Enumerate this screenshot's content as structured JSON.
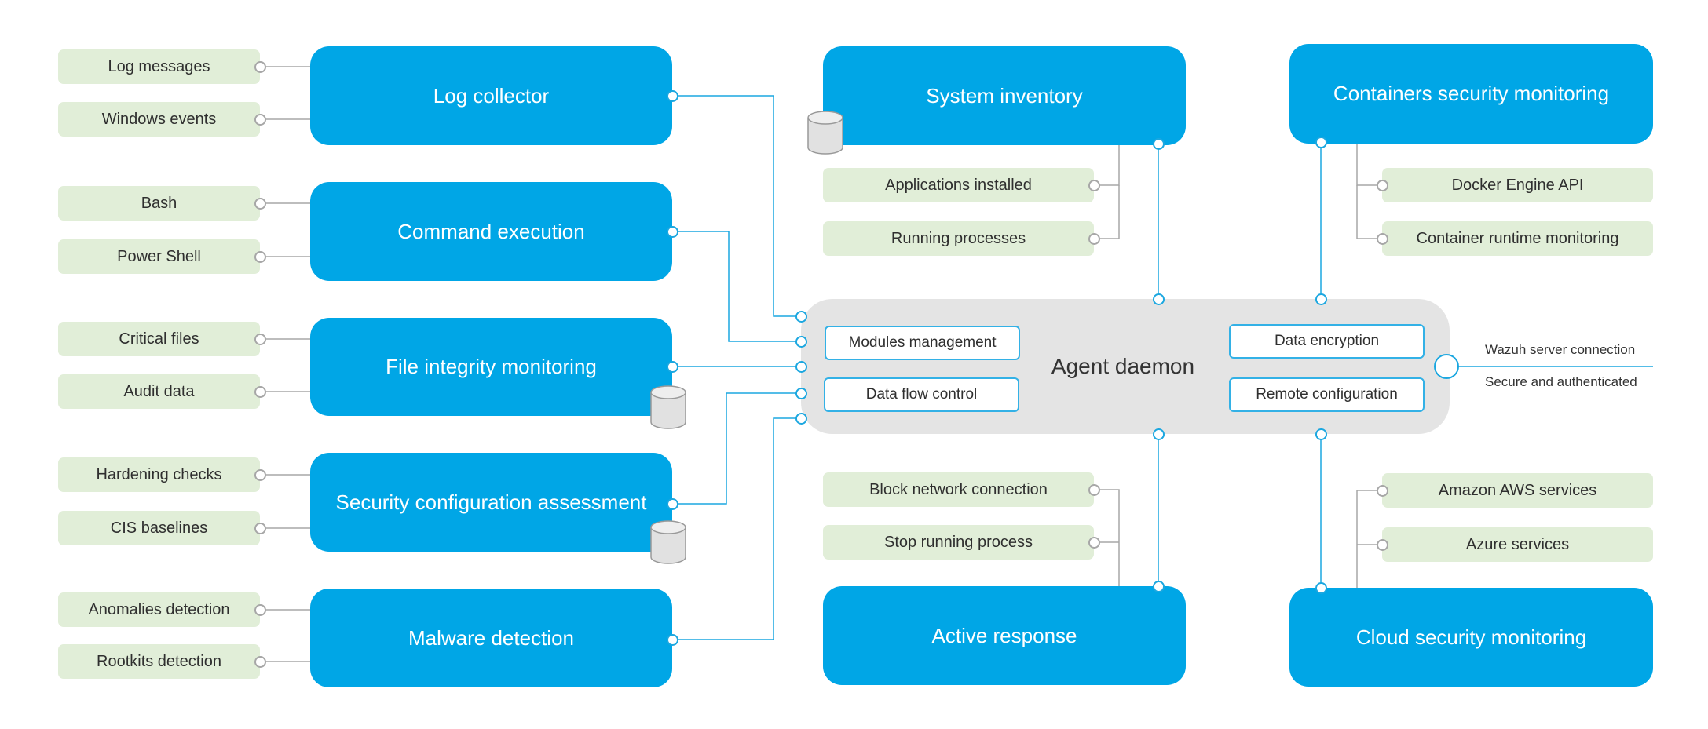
{
  "modules": {
    "log_collector": "Log collector",
    "command_execution": "Command execution",
    "file_integrity": "File integrity monitoring",
    "sca": "Security configuration assessment",
    "malware": "Malware detection",
    "system_inventory": "System inventory",
    "active_response": "Active response",
    "containers": "Containers security monitoring",
    "cloud": "Cloud security monitoring"
  },
  "features": {
    "log_messages": "Log messages",
    "windows_events": "Windows events",
    "bash": "Bash",
    "power_shell": "Power Shell",
    "critical_files": "Critical files",
    "audit_data": "Audit data",
    "hardening_checks": "Hardening checks",
    "cis_baselines": "CIS baselines",
    "anomalies": "Anomalies detection",
    "rootkits": "Rootkits detection",
    "apps_installed": "Applications installed",
    "running_processes": "Running processes",
    "block_network": "Block network connection",
    "stop_process": "Stop running process",
    "docker_api": "Docker Engine API",
    "container_runtime": "Container runtime monitoring",
    "aws": "Amazon AWS services",
    "azure": "Azure services"
  },
  "daemon": {
    "title": "Agent daemon",
    "modules_management": "Modules management",
    "data_flow_control": "Data flow control",
    "data_encryption": "Data encryption",
    "remote_configuration": "Remote configuration"
  },
  "server": {
    "connection": "Wazuh server connection",
    "secure": "Secure and authenticated"
  },
  "colors": {
    "module_blue": "#00a6e6",
    "feature_green": "#e1eed8",
    "daemon_gray": "#e4e4e4",
    "wire_blue": "#1ba7e0",
    "wire_gray": "#a7a7a7"
  },
  "icons": {
    "database": "database-icon"
  }
}
